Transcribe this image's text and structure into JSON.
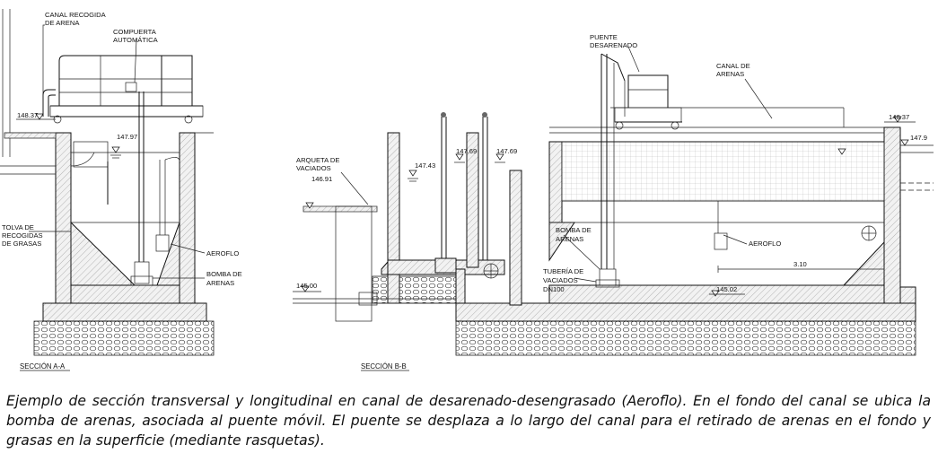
{
  "labels": {
    "canal_recogida": [
      "CANAL RECOGIDA",
      "DE ARENA"
    ],
    "compuerta": [
      "COMPUERTA",
      "AUTOMÁTICA"
    ],
    "tolva": [
      "TOLVA DE",
      "RECOGIDAS",
      "DE GRASAS"
    ],
    "aeroflo_a": "AEROFLO",
    "bomba_a": [
      "BOMBA DE",
      "ARENAS"
    ],
    "arqueta": [
      "ARQUETA DE",
      "VACIADOS"
    ],
    "puente": [
      "PUENTE",
      "DESARENADO"
    ],
    "canal_arenas": [
      "CANAL DE",
      "ARENAS"
    ],
    "bomba_b": [
      "BOMBA DE",
      "ARENAS"
    ],
    "tuberia": [
      "TUBERÍA DE",
      "VACIADOS",
      "DN100"
    ],
    "aeroflo_b": "AEROFLO",
    "dim_310": "3.10"
  },
  "elevations": {
    "a_top": "148.37",
    "a_water": "147.97",
    "b_arqueta": "146.91",
    "b_l1": "147.43",
    "b_l2": "147.69",
    "b_l3": "147.69",
    "b_top": "148.37",
    "b_water": "147.9",
    "b_bottom": "145.00",
    "b_floor": "145.02"
  },
  "sections": {
    "a": "SECCIÓN A-A",
    "b": "SECCIÓN B-B"
  },
  "caption": "Ejemplo de sección transversal y longitudinal en canal de desarenado-desengrasado (Aeroflo). En el fondo del canal se ubica la bomba de arenas, asociada al puente móvil. El puente se desplaza a lo largo del canal para el retirado de arenas en el fondo y grasas en la superficie (mediante rasquetas)."
}
